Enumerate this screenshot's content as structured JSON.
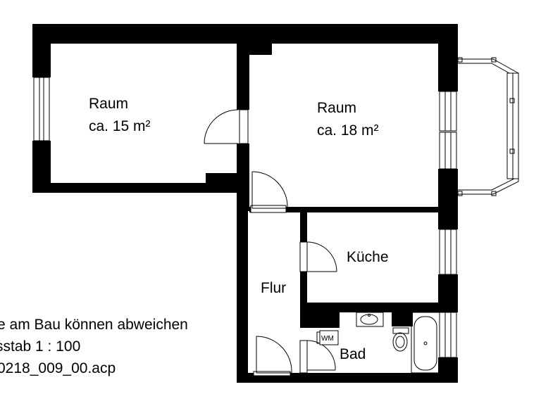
{
  "rooms": {
    "raum_left": {
      "name": "Raum",
      "area": "ca. 15 m²"
    },
    "raum_right": {
      "name": "Raum",
      "area": "ca. 18 m²"
    },
    "kueche": {
      "name": "Küche"
    },
    "flur": {
      "name": "Flur"
    },
    "bad": {
      "name": "Bad"
    },
    "wm": {
      "label": "WM"
    }
  },
  "notes": {
    "line1": "e am Bau können abweichen",
    "line2": "sstab 1 : 100",
    "line3": "0218_009_00.acp"
  },
  "colors": {
    "wall": "#000000",
    "background": "#ffffff"
  }
}
